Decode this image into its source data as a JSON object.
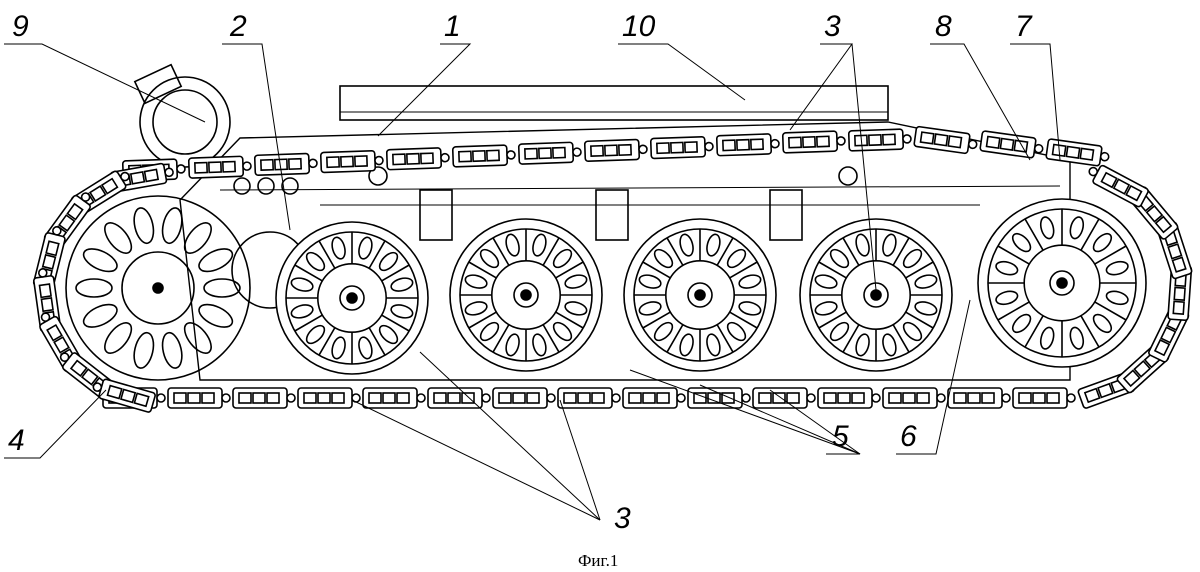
{
  "figure": {
    "caption": "Фиг.1",
    "references": {
      "r1": "1",
      "r2": "2",
      "r3_top": "3",
      "r3_bottom": "3",
      "r4": "4",
      "r5": "5",
      "r6": "6",
      "r7": "7",
      "r8": "8",
      "r9": "9",
      "r10": "10"
    }
  }
}
